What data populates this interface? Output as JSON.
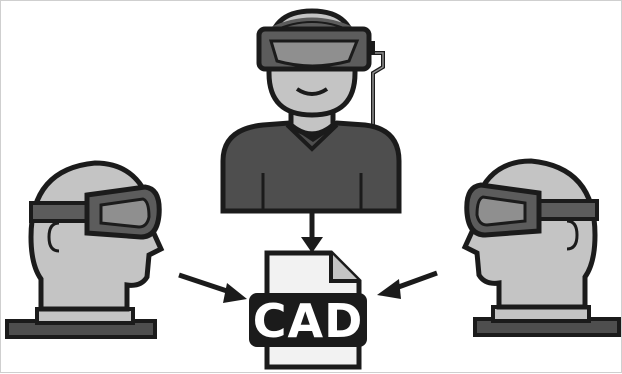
{
  "document": {
    "label": "CAD"
  },
  "figures": [
    {
      "role": "presenter",
      "icon": "vr-headset-person-icon"
    },
    {
      "role": "viewer-left",
      "icon": "vr-headset-head-icon"
    },
    {
      "role": "viewer-right",
      "icon": "vr-headset-head-icon"
    }
  ],
  "colors": {
    "outline": "#1b1b1b",
    "skin": "#c4c4c4",
    "shirt": "#4e4e4e",
    "headset": "#5c5c5c",
    "visor": "#8f8f8f",
    "paper": "#f2f2f2",
    "label_bg": "#1b1b1b",
    "label_text": "#ffffff"
  }
}
